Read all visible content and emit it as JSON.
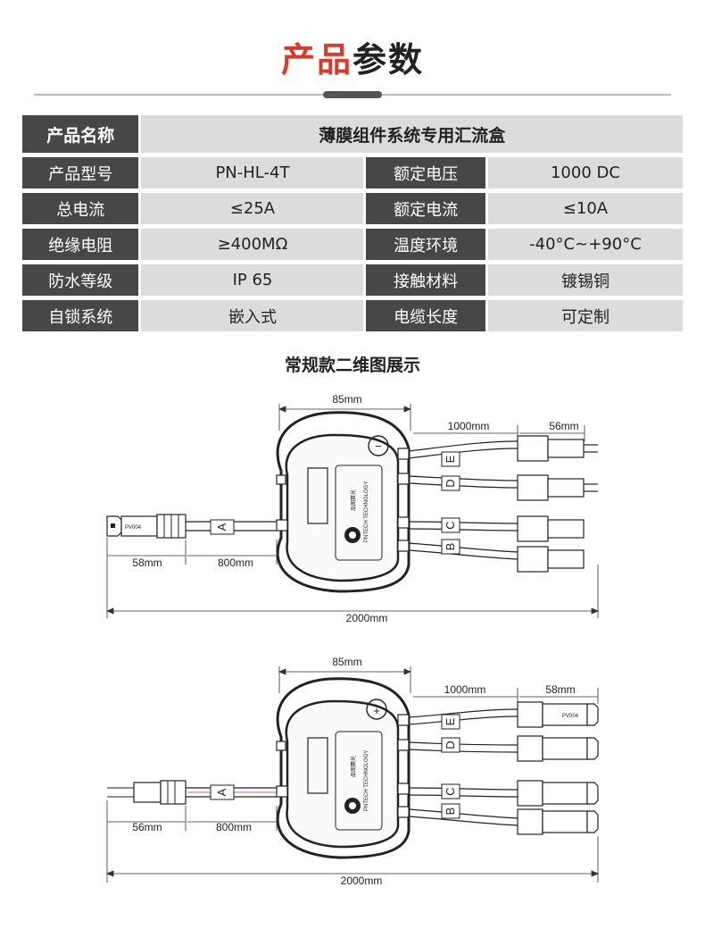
{
  "header": {
    "title_red": "产品",
    "title_dark": "参数"
  },
  "specs": {
    "name_label": "产品名称",
    "name_value": "薄膜组件系统专用汇流盒",
    "rows": [
      {
        "label1": "产品型号",
        "value1": "PN-HL-4T",
        "label2": "额定电压",
        "value2": "1000 DC"
      },
      {
        "label1": "总电流",
        "value1": "≤25A",
        "label2": "额定电流",
        "value2": "≤10A"
      },
      {
        "label1": "绝缘电阻",
        "value1": "≥400MΩ",
        "label2": "温度环境",
        "value2": "-40°C~+90°C"
      },
      {
        "label1": "防水等级",
        "value1": "IP 65",
        "label2": "接触材料",
        "value2": "镀锡铜"
      },
      {
        "label1": "自锁系统",
        "value1": "嵌入式",
        "label2": "电缆长度",
        "value2": "可定制"
      }
    ]
  },
  "diagram_section": {
    "title": "常规款二维图展示"
  },
  "diagrams": [
    {
      "dim_width": "85mm",
      "dim_cable_out": "1000mm",
      "dim_connector_out": "56mm",
      "dim_connector_in": "58mm",
      "dim_cable_in": "800mm",
      "dim_total": "2000mm",
      "polarity_symbol": "−",
      "tags": [
        "A",
        "B",
        "C",
        "D",
        "E"
      ],
      "connector_code": "PV004",
      "logo_text": "品图赛光",
      "logo_sub": "PNTECH TECHNOLOGY"
    },
    {
      "dim_width": "85mm",
      "dim_cable_out": "1000mm",
      "dim_connector_out": "58mm",
      "dim_connector_in": "56mm",
      "dim_cable_in": "800mm",
      "dim_total": "2000mm",
      "polarity_symbol": "+",
      "tags": [
        "A",
        "B",
        "C",
        "D",
        "E"
      ],
      "connector_code": "PV004",
      "logo_text": "品图赛光",
      "logo_sub": "PNTECH TECHNOLOGY"
    }
  ],
  "colors": {
    "accent_red": "#d83a2c",
    "label_bg": "#474747",
    "value_bg": "#dcdcdc"
  }
}
